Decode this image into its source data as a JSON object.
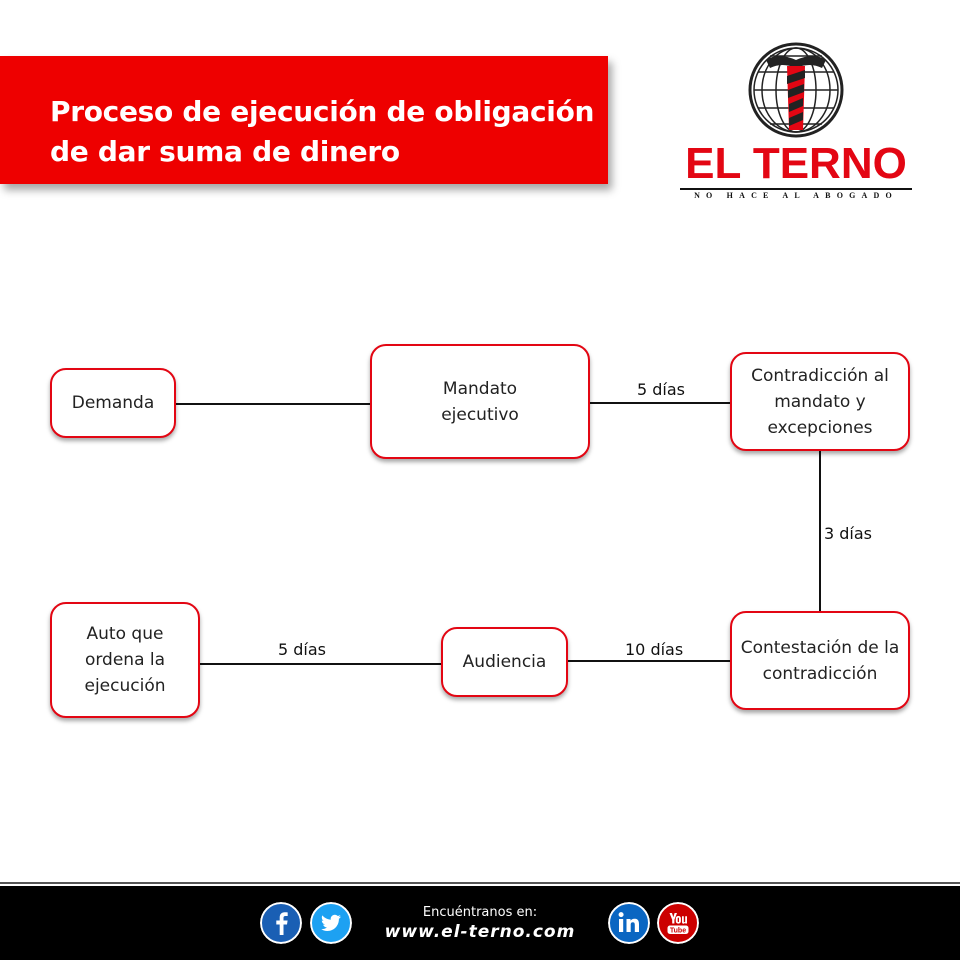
{
  "header": {
    "title_line1": "Proceso de ejecución de obligación",
    "title_line2": "de dar suma de dinero"
  },
  "logo": {
    "name": "EL TERNO",
    "slogan": "NO HACE AL ABOGADO",
    "icon": "globe-t-icon"
  },
  "colors": {
    "accent": "#e30613",
    "banner": "#ee0000",
    "footer": "#000000"
  },
  "diagram": {
    "nodes": {
      "demanda": "Demanda",
      "mandato": "Mandato\nejecutivo",
      "contradiccion": "Contradicción al\nmandato y\nexcepciones",
      "contestacion": "Contestación de la\ncontradicción",
      "audiencia": "Audiencia",
      "auto": "Auto que\nordena la\nejecución"
    },
    "edges": {
      "mandato_contradiccion": "5 días",
      "contradiccion_contestacion": "3 días",
      "contestacion_audiencia": "10 días",
      "audiencia_auto": "5 días"
    }
  },
  "footer": {
    "cta": "Encuéntranos en:",
    "url": "www.el-terno.com",
    "icons": [
      "facebook-icon",
      "twitter-icon",
      "linkedin-icon",
      "youtube-icon"
    ]
  }
}
